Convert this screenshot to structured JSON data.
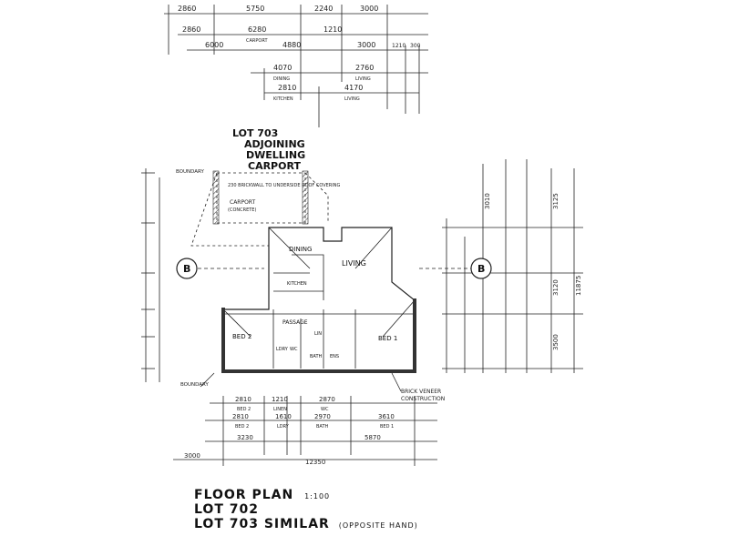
{
  "lot_label": {
    "line1": "LOT 703",
    "line2": "ADJOINING",
    "line3": "DWELLING",
    "line4": "CARPORT"
  },
  "top_dims": {
    "row1": [
      "2860",
      "5750",
      "2240",
      "3000"
    ],
    "row2": [
      "2860",
      "6280",
      "1210"
    ],
    "row2_sub": "CARPORT",
    "row3": [
      "6000",
      "4880",
      "3000",
      "1210",
      "300"
    ],
    "row4": [
      "4070",
      "2760"
    ],
    "row4_sub": [
      "DINING",
      "LIVING"
    ],
    "row5": [
      "2810",
      "4170"
    ],
    "row5_sub": [
      "KITCHEN",
      "LIVING"
    ]
  },
  "rooms": {
    "dining": "DINING",
    "living": "LIVING",
    "kitchen": "KITCHEN",
    "bed2": "BED 2",
    "bed1": "BED 1",
    "passage": "PASSAGE",
    "bath": "BATH",
    "ldry": "LDRY",
    "wc": "WC",
    "ens": "ENS",
    "lin": "LIN",
    "carport": "CARPORT"
  },
  "notes": {
    "boundary_top": "BOUNDARY",
    "boundary_bottom": "BOUNDARY",
    "brickwall": "230 BRICKWALL TO UNDERSIDE ROOF COVERING",
    "carport_sub": "(CONCRETE)",
    "brick_veneer": "BRICK VENEER",
    "construction": "CONSTRUCTION",
    "section": "B"
  },
  "right_dims": [
    "3010",
    "3125",
    "3120",
    "11875",
    "3500"
  ],
  "bottom_dims": {
    "row1": [
      "2810",
      "1210",
      "2870"
    ],
    "row1_sub": [
      "BED 2",
      "LINEN",
      "WC"
    ],
    "row2": [
      "2810",
      "1610",
      "2970",
      "3610"
    ],
    "row2_sub": [
      "BED 2",
      "LDRY",
      "BATH",
      "BED 1"
    ],
    "row3": [
      "3230",
      "5870"
    ],
    "row4": [
      "3000",
      "12350"
    ]
  },
  "title_block": {
    "line1": "FLOOR PLAN",
    "scale": "1:100",
    "line2": "LOT 702",
    "line3": "LOT 703 SIMILAR",
    "note": "(OPPOSITE HAND)"
  }
}
